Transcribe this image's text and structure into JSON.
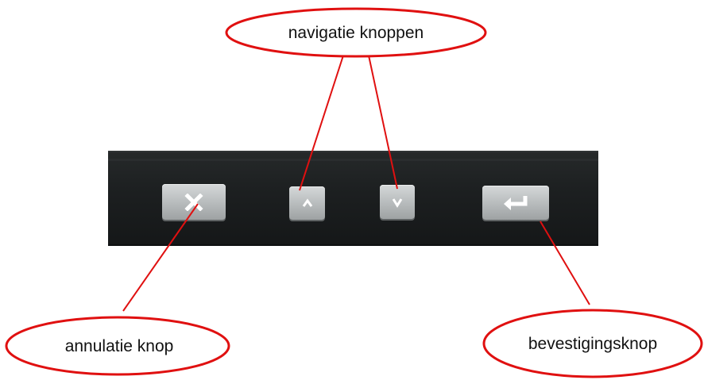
{
  "callouts": {
    "navigation": "navigatie knoppen",
    "cancel": "annulatie knop",
    "confirm": "bevestigingsknop"
  },
  "keys": [
    {
      "name": "cancel-key",
      "icon": "close-icon"
    },
    {
      "name": "up-key",
      "icon": "chevron-up-icon"
    },
    {
      "name": "down-key",
      "icon": "chevron-down-icon"
    },
    {
      "name": "enter-key",
      "icon": "return-arrow-icon"
    }
  ],
  "colors": {
    "callout_outline": "#e01010",
    "panel": "#1e2122",
    "key_face": "#c4c8c9",
    "key_glyph": "#ffffff"
  }
}
